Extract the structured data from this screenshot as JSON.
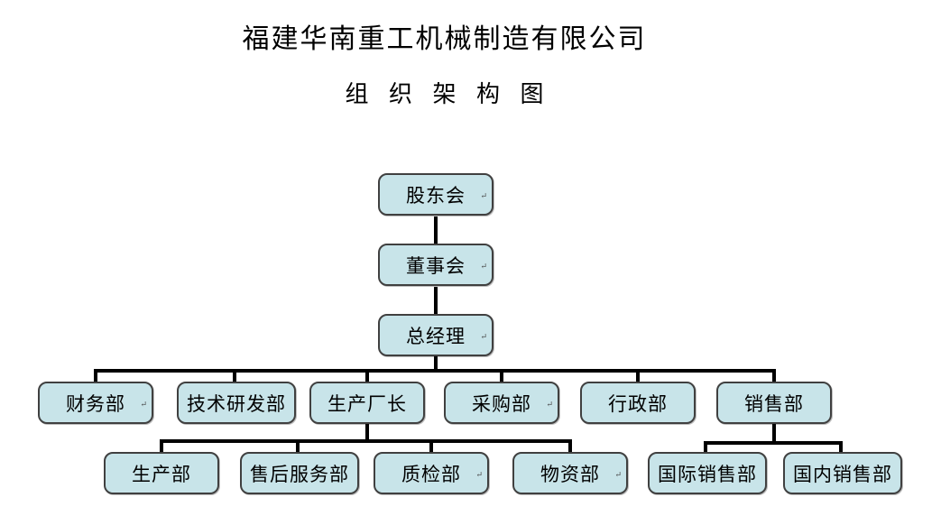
{
  "header": {
    "title": "福建华南重工机械制造有限公司",
    "subtitle": "组 织 架 构 图"
  },
  "decorations": {
    "line_break_mark": "↵"
  },
  "colors": {
    "background": "#ffffff",
    "text": "#000000",
    "node_fill": "#c8e4e9",
    "node_border": "#404040",
    "connector": "#000000"
  },
  "org_chart": {
    "type": "org-tree",
    "nodes": [
      {
        "label": "股东会",
        "parent": null,
        "level": 1
      },
      {
        "label": "董事会",
        "parent": "股东会",
        "level": 2
      },
      {
        "label": "总经理",
        "parent": "董事会",
        "level": 3
      },
      {
        "label": "财务部",
        "parent": "总经理",
        "level": 4
      },
      {
        "label": "技术研发部",
        "parent": "总经理",
        "level": 4
      },
      {
        "label": "生产厂长",
        "parent": "总经理",
        "level": 4
      },
      {
        "label": "采购部",
        "parent": "总经理",
        "level": 4
      },
      {
        "label": "行政部",
        "parent": "总经理",
        "level": 4
      },
      {
        "label": "销售部",
        "parent": "总经理",
        "level": 4
      },
      {
        "label": "生产部",
        "parent": "生产厂长",
        "level": 5
      },
      {
        "label": "售后服务部",
        "parent": "生产厂长",
        "level": 5
      },
      {
        "label": "质检部",
        "parent": "生产厂长",
        "level": 5
      },
      {
        "label": "物资部",
        "parent": "生产厂长",
        "level": 5
      },
      {
        "label": "国际销售部",
        "parent": "销售部",
        "level": 5
      },
      {
        "label": "国内销售部",
        "parent": "销售部",
        "level": 5
      }
    ]
  }
}
